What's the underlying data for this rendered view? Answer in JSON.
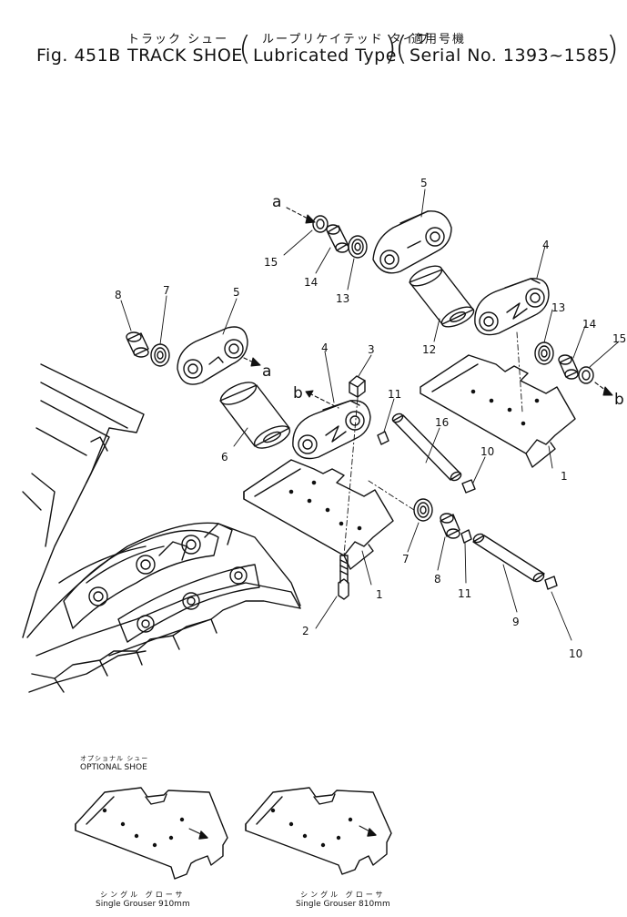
{
  "header": {
    "jp_title": "トラック シュー",
    "jp_type": "ループリケイテッド タイプ",
    "jp_serial": "適用号機",
    "fig_label": "Fig. 451B",
    "title": "TRACK SHOE",
    "type": "Lubricated Type",
    "serial": "Serial No. 1393~1585"
  },
  "callouts": {
    "c1": "1",
    "c1b": "1",
    "c2": "2",
    "c3": "3",
    "c4": "4",
    "c4b": "4",
    "c5": "5",
    "c5b": "5",
    "c6": "6",
    "c7": "7",
    "c7b": "7",
    "c8": "8",
    "c8b": "8",
    "c9": "9",
    "c10": "10",
    "c10b": "10",
    "c11": "11",
    "c11b": "11",
    "c12": "12",
    "c13": "13",
    "c13b": "13",
    "c14": "14",
    "c14b": "14",
    "c15": "15",
    "c15b": "15",
    "c16": "16",
    "a1": "a",
    "a2": "a",
    "b1": "b",
    "b2": "b"
  },
  "optional": {
    "jp": "オプショナル シュー",
    "en": "OPTIONAL SHOE",
    "shoe1_jp": "シングル グローサ",
    "shoe1_en": "Single Grouser 910mm",
    "shoe2_jp": "シングル グローサ",
    "shoe2_en": "Single Grouser 810mm"
  }
}
